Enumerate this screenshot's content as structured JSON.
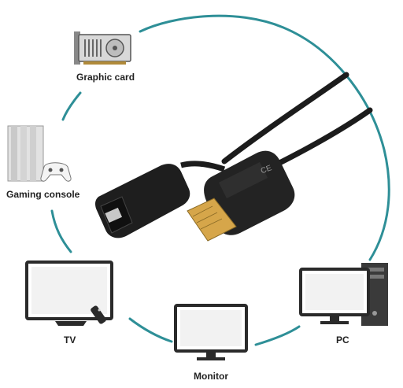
{
  "labels": {
    "graphic_card": "Graphic card",
    "gaming_console": "Gaming console",
    "tv": "TV",
    "monitor": "Monitor",
    "pc": "PC"
  },
  "icons": [
    "graphic-card-icon",
    "gaming-console-icon",
    "tv-icon",
    "monitor-icon",
    "pc-icon",
    "cable-icon",
    "ce-mark-icon"
  ],
  "colors": {
    "ring": "#2e8f97",
    "cable": "#1c1c1c",
    "device_outline": "#2a2a2a",
    "device_screen": "#f2f2f2",
    "connector_gold": "#d6a64a"
  }
}
